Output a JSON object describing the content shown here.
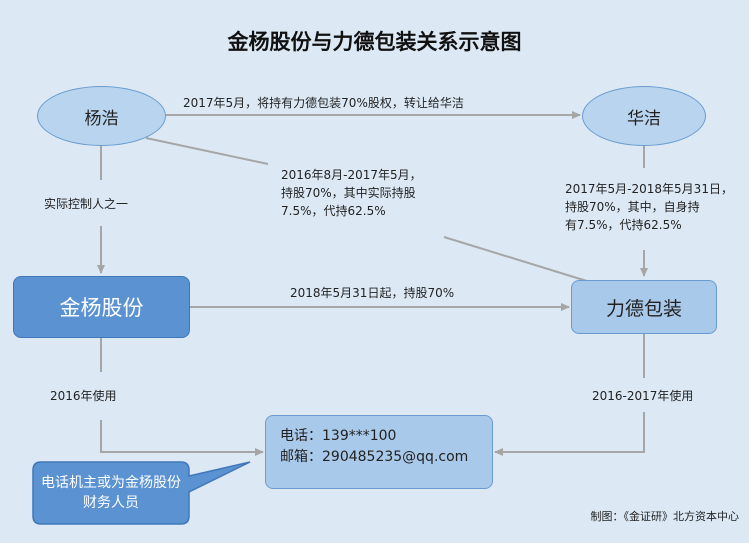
{
  "title": "金杨股份与力德包装关系示意图",
  "nodes": {
    "yanghao": "杨浩",
    "huajie": "华洁",
    "jinyang": "金杨股份",
    "lide": "力德包装"
  },
  "edges": {
    "yanghao_to_huajie": "2017年5月，将持有力德包装70%股权，转让给华洁",
    "yanghao_to_jinyang": "实际控制人之一",
    "yanghao_to_lide": [
      "2016年8月-2017年5月，",
      "持股70%，其中实际持股",
      "7.5%，代持62.5%"
    ],
    "huajie_to_lide": [
      "2017年5月-2018年5月31日，",
      "持股70%，其中，自身持",
      "有7.5%，代持62.5%"
    ],
    "jinyang_to_lide": "2018年5月31日起，持股70%",
    "jinyang_to_contact": "2016年使用",
    "lide_to_contact": "2016-2017年使用"
  },
  "contact": {
    "phone": "电话：139***100",
    "email": "邮箱：290485235@qq.com"
  },
  "callout": "电话机主或为金杨股份财务人员",
  "footer": "制图：《金证研》北方资本中心",
  "colors": {
    "background": "#dce9f5",
    "dark_box": "#5b92d2",
    "light_box": "#a9c9ea",
    "arrow": "#a6a6a6"
  }
}
